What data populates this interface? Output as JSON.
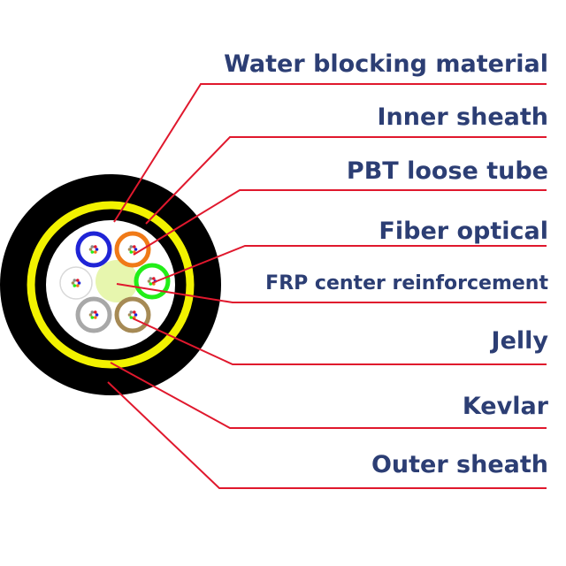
{
  "labels": {
    "water_blocking": "Water blocking material",
    "inner_sheath": "Inner sheath",
    "pbt_tube": "PBT loose tube",
    "fiber_optical": "Fiber optical",
    "frp_center": "FRP center reinforcement",
    "jelly": "Jelly",
    "kevlar": "Kevlar",
    "outer_sheath": "Outer sheath"
  },
  "colors": {
    "label_text": "#2c3e74",
    "leader_line": "#e0182d",
    "outer_sheath": "#000000",
    "kevlar_ring": "#f2f200",
    "core": "#ffffff",
    "frp_center": "#e7f6ae",
    "tube_blue": "#1f24d6",
    "tube_orange": "#f07a18",
    "tube_green": "#22ee18",
    "tube_white": "#d8d8d8",
    "tube_gray": "#a8a8a8",
    "tube_brown": "#a68a55"
  }
}
